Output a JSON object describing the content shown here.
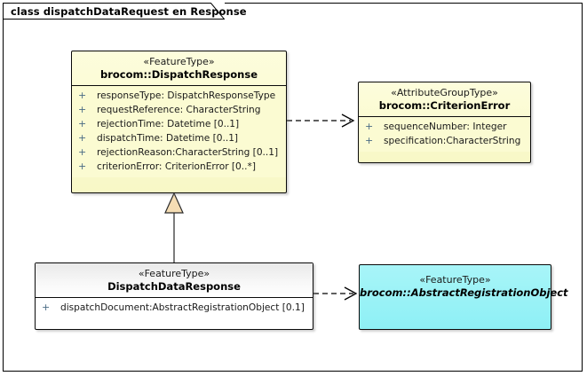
{
  "diagram": {
    "title": "class dispatchDataRequest en Response",
    "colors": {
      "feature_type_fill": "#fbfbd0",
      "abstract_fill": "#9ff3f7",
      "plain_fill": "#ffffff",
      "border": "#0a0a0a",
      "visibility_marker": "#4a6b84",
      "generalization_fill": "#f5ddb4"
    }
  },
  "classes": {
    "dispatch_response": {
      "stereotype": "«FeatureType»",
      "name": "brocom::DispatchResponse",
      "abstract": false,
      "attributes": [
        {
          "visibility": "+",
          "text": "responseType: DispatchResponseType"
        },
        {
          "visibility": "+",
          "text": "requestReference: CharacterString"
        },
        {
          "visibility": "+",
          "text": "rejectionTime: Datetime [0..1]"
        },
        {
          "visibility": "+",
          "text": "dispatchTime: Datetime [0..1]"
        },
        {
          "visibility": "+",
          "text": "rejectionReason:CharacterString [0..1]"
        },
        {
          "visibility": "+",
          "text": "criterionError: CriterionError [0..*]"
        }
      ]
    },
    "criterion_error": {
      "stereotype": "«AttributeGroupType»",
      "name": "brocom::CriterionError",
      "abstract": false,
      "attributes": [
        {
          "visibility": "+",
          "text": "sequenceNumber: Integer"
        },
        {
          "visibility": "+",
          "text": "specification:CharacterString"
        }
      ]
    },
    "dispatch_data_response": {
      "stereotype": "«FeatureType»",
      "name": "DispatchDataResponse",
      "abstract": false,
      "attributes": [
        {
          "visibility": "+",
          "text": "dispatchDocument:AbstractRegistrationObject [0.1]"
        }
      ]
    },
    "abstract_registration_object": {
      "stereotype": "«FeatureType»",
      "name": "brocom::AbstractRegistrationObject",
      "abstract": true,
      "attributes": []
    }
  },
  "connectors": [
    {
      "id": "dep-response-to-criterionerror",
      "type": "dependency",
      "line": "dashed",
      "arrow": "open",
      "from": "dispatch_response",
      "to": "criterion_error"
    },
    {
      "id": "gen-datareponse-to-response",
      "type": "generalization",
      "line": "solid",
      "arrow": "hollow-triangle",
      "from": "dispatch_data_response",
      "to": "dispatch_response"
    },
    {
      "id": "dep-dataresponse-to-abstractregistrationobject",
      "type": "dependency",
      "line": "dashed",
      "arrow": "open",
      "from": "dispatch_data_response",
      "to": "abstract_registration_object"
    }
  ]
}
